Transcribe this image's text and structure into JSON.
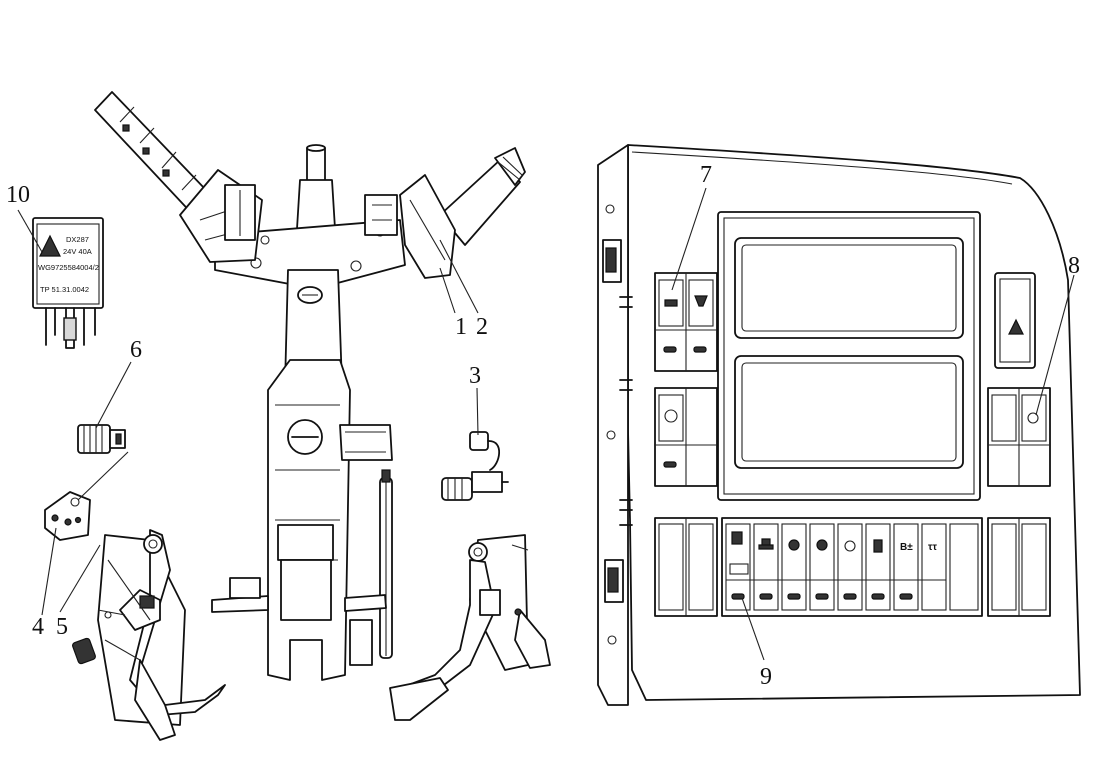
{
  "callouts": {
    "c1": "1",
    "c2": "2",
    "c3": "3",
    "c4": "4",
    "c5": "5",
    "c6": "6",
    "c7": "7",
    "c8": "8",
    "c9": "9",
    "c10": "10"
  },
  "relay": {
    "line1": "DX287",
    "line2": "24V 40A",
    "line3": "WG9725584004/2",
    "line4": "TP 51.31.0042"
  },
  "switch_icons": {
    "hazard": "warning-triangle-icon",
    "lights": [
      "lamp-icon",
      "beacon-icon",
      "headlight-icon",
      "power-icon"
    ],
    "bottom_row": [
      "fuel-icon",
      "axle-icon",
      "sun-icon",
      "tire-icon",
      "power-icon",
      "seat-icon",
      "diff-icon",
      "lock-icon"
    ]
  },
  "colors": {
    "line": "#111111",
    "background": "#ffffff"
  }
}
